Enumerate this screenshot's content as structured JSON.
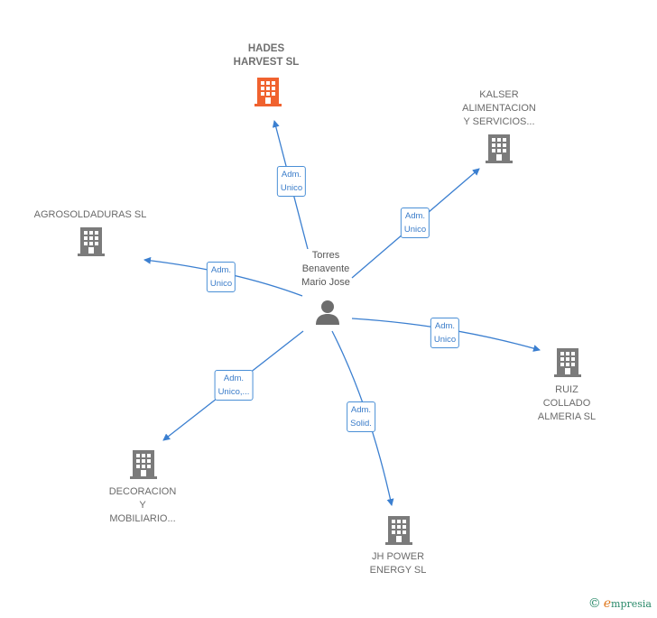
{
  "center": {
    "lines": [
      "Torres",
      "Benavente",
      "Mario Jose"
    ]
  },
  "nodes": [
    {
      "id": "hades",
      "lines": [
        "HADES",
        "HARVEST  SL"
      ],
      "highlight": true
    },
    {
      "id": "kalser",
      "lines": [
        "KALSER",
        "ALIMENTACION",
        "Y SERVICIOS..."
      ],
      "highlight": false
    },
    {
      "id": "agro",
      "lines": [
        "AGROSOLDADURAS SL"
      ],
      "highlight": false
    },
    {
      "id": "ruiz",
      "lines": [
        "RUIZ",
        "COLLADO",
        "ALMERIA SL"
      ],
      "highlight": false
    },
    {
      "id": "deco",
      "lines": [
        "DECORACION",
        "Y",
        "MOBILIARIO..."
      ],
      "highlight": false
    },
    {
      "id": "jh",
      "lines": [
        "JH POWER",
        "ENERGY  SL"
      ],
      "highlight": false
    }
  ],
  "edges": [
    {
      "to": "hades",
      "lines": [
        "Adm.",
        "Unico"
      ]
    },
    {
      "to": "kalser",
      "lines": [
        "Adm.",
        "Unico"
      ]
    },
    {
      "to": "agro",
      "lines": [
        "Adm.",
        "Unico"
      ]
    },
    {
      "to": "ruiz",
      "lines": [
        "Adm.",
        "Unico"
      ]
    },
    {
      "to": "deco",
      "lines": [
        "Adm.",
        "Unico,..."
      ]
    },
    {
      "to": "jh",
      "lines": [
        "Adm.",
        "Solid."
      ]
    }
  ],
  "colors": {
    "edge": "#3b7fd0",
    "building": "#7b7b7b",
    "building_highlight": "#f0622f",
    "person": "#6d6d6d"
  },
  "brand": {
    "copyright": "©",
    "name_first": "e",
    "name_rest": "mpresia"
  }
}
